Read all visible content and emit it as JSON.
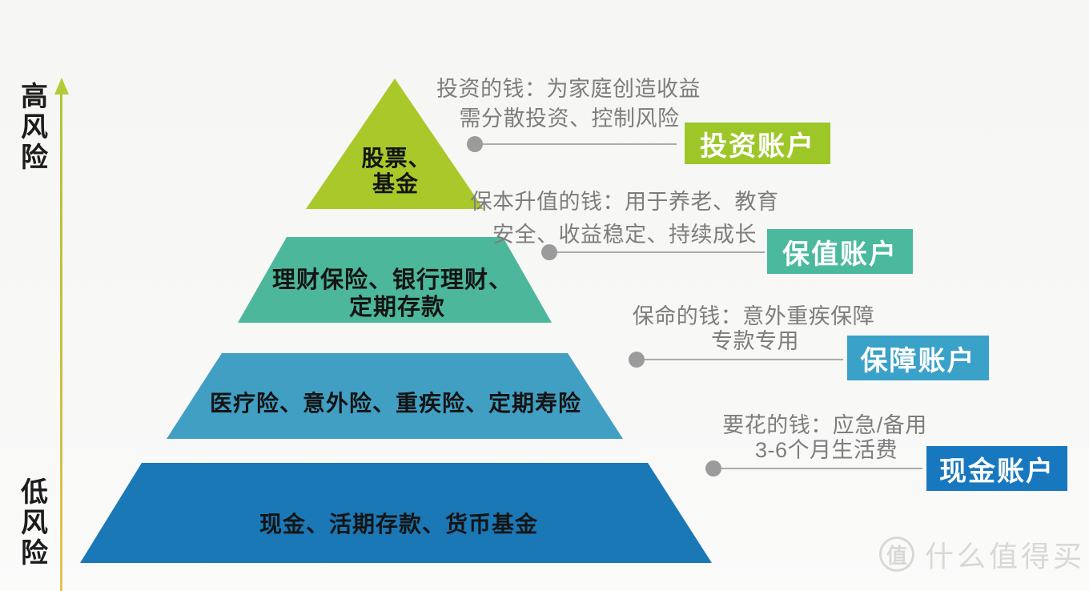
{
  "axis": {
    "high_label": "高风险",
    "low_label": "低风险",
    "arrow_color_top": "#b4ca36",
    "arrow_color_bottom": "#e3c35a"
  },
  "pyramid": {
    "tiers": [
      {
        "color": "#a8c929",
        "label_line1": "股票、",
        "label_line2": "基金"
      },
      {
        "color": "#4cb79a",
        "label_line1": "理财保险、银行理财、",
        "label_line2": "定期存款"
      },
      {
        "color": "#419fc3",
        "label_line1": "医疗险、意外险、重疾险、定期寿险"
      },
      {
        "color": "#1a78b6",
        "label_line1": "现金、活期存款、货币基金"
      }
    ]
  },
  "annotations": [
    {
      "desc_line1": "投资的钱：为家庭创造收益",
      "desc_line2": "需分散投资、控制风险",
      "badge_label": "投资账户",
      "badge_color": "#9dc728"
    },
    {
      "desc_line1": "保本升值的钱：用于养老、教育",
      "desc_line2": "安全、收益稳定、持续成长",
      "badge_label": "保值账户",
      "badge_color": "#4ab99d"
    },
    {
      "desc_line1": "保命的钱：意外重疾保障",
      "desc_line2": "专款专用",
      "badge_label": "保障账户",
      "badge_color": "#3aa1c9"
    },
    {
      "desc_line1": "要花的钱：应急/备用",
      "desc_line2": "3-6个月生活费",
      "badge_label": "现金账户",
      "badge_color": "#1878bf"
    }
  ],
  "watermark": {
    "logo_char": "值",
    "site_name": "什么值得买"
  }
}
